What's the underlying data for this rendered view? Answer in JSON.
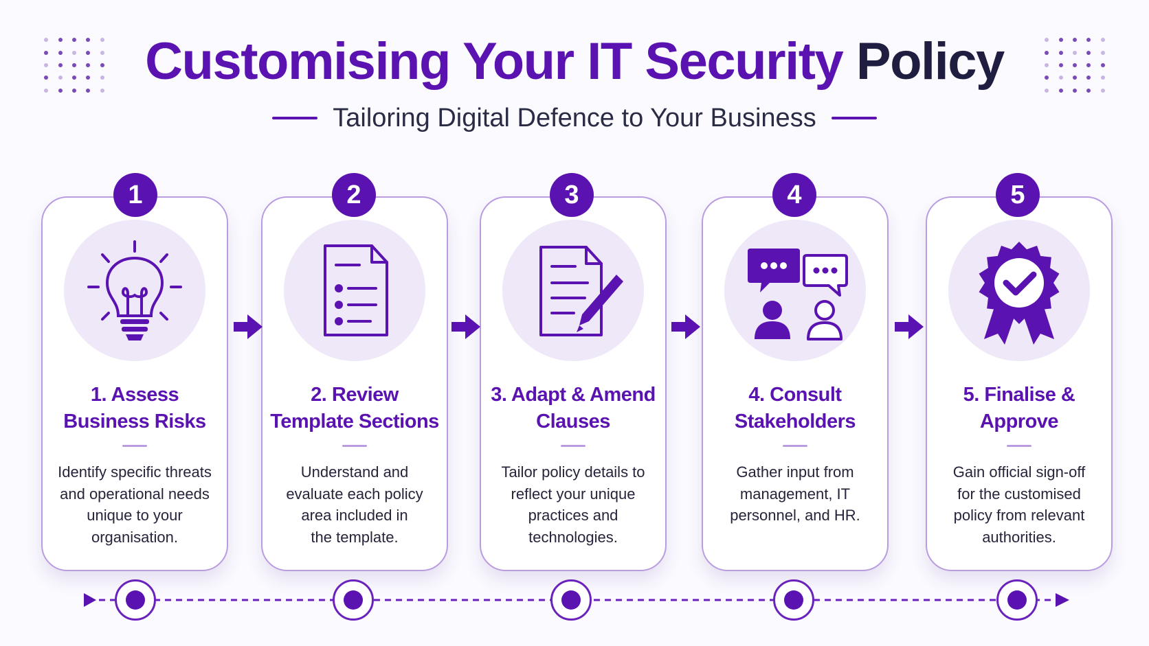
{
  "header": {
    "title_purple": "Customising Your IT Security ",
    "title_dark": "Policy",
    "subtitle": "Tailoring Digital Defence to Your Business"
  },
  "colors": {
    "accent": "#5a12b0",
    "accent_light": "#efe8f8",
    "border": "#b99ce0",
    "text_dark": "#1f1d40"
  },
  "steps": [
    {
      "number": "1",
      "icon": "lightbulb-icon",
      "title_line1": "1. Assess",
      "title_line2": "Business Risks",
      "desc": [
        "Identify specific threats",
        "and operational needs",
        "unique to your",
        "organisation."
      ]
    },
    {
      "number": "2",
      "icon": "document-list-icon",
      "title_line1": "2. Review",
      "title_line2": "Template Sections",
      "desc": [
        "Understand and",
        "evaluate each policy",
        "area included in",
        "the template."
      ]
    },
    {
      "number": "3",
      "icon": "document-edit-icon",
      "title_line1": "3. Adapt & Amend",
      "title_line2": "Clauses",
      "desc": [
        "Tailor policy details to",
        "reflect your unique",
        "practices and",
        "technologies."
      ]
    },
    {
      "number": "4",
      "icon": "stakeholders-chat-icon",
      "title_line1": "4. Consult",
      "title_line2": "Stakeholders",
      "desc": [
        "Gather input from",
        "management, IT",
        "personnel, and HR.",
        ""
      ]
    },
    {
      "number": "5",
      "icon": "approval-badge-icon",
      "title_line1": "5. Finalise &",
      "title_line2": "Approve",
      "desc": [
        "Gain official sign-off",
        "for the customised",
        "policy from relevant",
        "authorities."
      ]
    }
  ]
}
